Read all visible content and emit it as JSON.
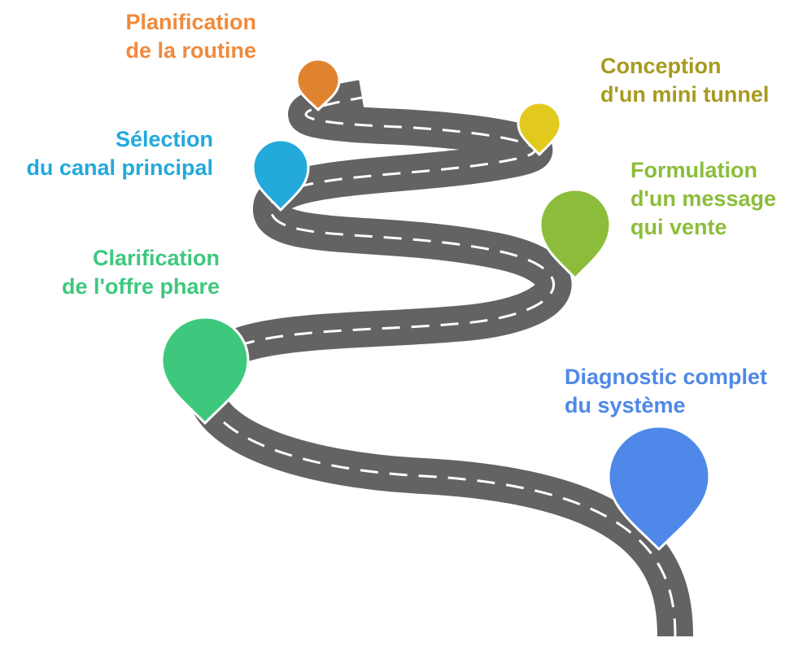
{
  "colors": {
    "road": "#636363",
    "dash": "#ffffff",
    "pin_outline": "#ffffff"
  },
  "milestones": [
    {
      "id": "diagnostic",
      "lines": [
        "Diagnostic complet",
        "du système"
      ],
      "color": "#4f88e8",
      "icon": "map-pin-icon"
    },
    {
      "id": "clarification",
      "lines": [
        "Clarification",
        "de l'offre phare"
      ],
      "color": "#3ec87e",
      "icon": "map-pin-icon"
    },
    {
      "id": "formulation",
      "lines": [
        "Formulation",
        "d'un message",
        "qui vente"
      ],
      "color": "#8cbd3a",
      "icon": "map-pin-icon"
    },
    {
      "id": "selection",
      "lines": [
        "Sélection",
        "du canal principal"
      ],
      "color": "#23a9da",
      "icon": "map-pin-icon"
    },
    {
      "id": "conception",
      "lines": [
        "Conception",
        "d'un mini tunnel"
      ],
      "color": "#a89a20",
      "pin_color": "#e2c91e",
      "icon": "map-pin-icon"
    },
    {
      "id": "planification",
      "lines": [
        "Planification",
        "de la routine"
      ],
      "color": "#f08a3c",
      "pin_color": "#e0832f",
      "icon": "map-pin-icon"
    }
  ]
}
